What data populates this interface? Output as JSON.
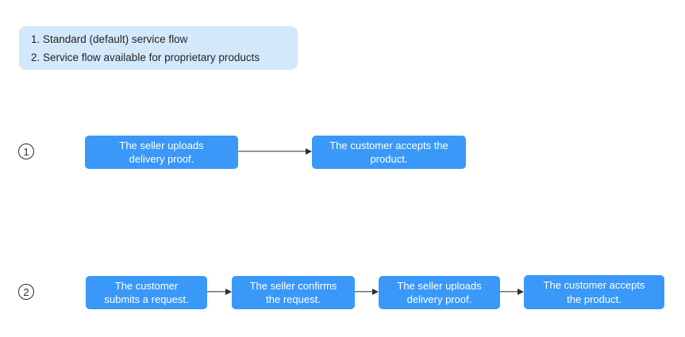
{
  "colors": {
    "node_blue": "#3A98F9",
    "legend_bg": "#D3E8FB",
    "arrow": "#2E2E2E",
    "text_dark": "#252525",
    "node_text": "#FFFFFF"
  },
  "legend": {
    "items": [
      "1. Standard (default) service flow",
      "2. Service flow available for proprietary products"
    ]
  },
  "flows": [
    {
      "number": "1",
      "steps": [
        {
          "line1": "The seller uploads",
          "line2": "delivery proof."
        },
        {
          "line1": "The customer accepts the",
          "line2": "product."
        }
      ]
    },
    {
      "number": "2",
      "steps": [
        {
          "line1": "The customer",
          "line2": "submits a request."
        },
        {
          "line1": "The seller confirms",
          "line2": "the request."
        },
        {
          "line1": "The seller uploads",
          "line2": "delivery proof."
        },
        {
          "line1": "The customer accepts",
          "line2": "the product."
        }
      ]
    }
  ]
}
